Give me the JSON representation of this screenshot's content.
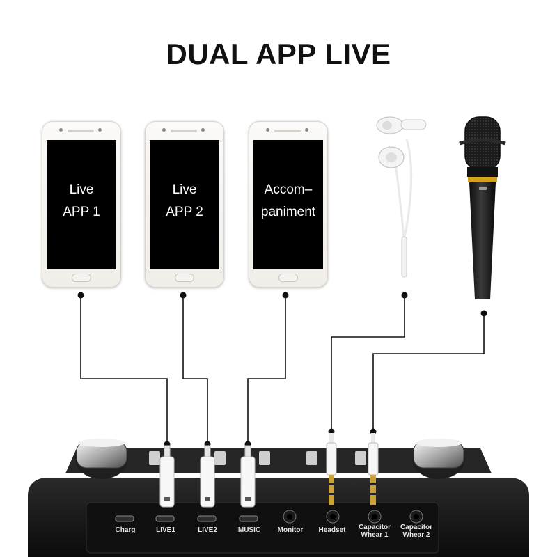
{
  "title": "DUAL APP LIVE",
  "phones": [
    {
      "line1": "Live",
      "line2": "APP 1"
    },
    {
      "line1": "Live",
      "line2": "APP 2"
    },
    {
      "line1": "Accom–",
      "line2": "paniment"
    }
  ],
  "ports": [
    "Charg",
    "LIVE1",
    "LIVE2",
    "MUSIC",
    "Monitor",
    "Headset"
  ],
  "capacitor_ports": [
    {
      "line1": "Capacitor",
      "line2": "Whear 1"
    },
    {
      "line1": "Capacitor",
      "line2": "Whear 2"
    }
  ],
  "colors": {
    "device_body": "#1a1a1a",
    "mic_ring": "#d4a21a",
    "connector_gold": "#c9a33a"
  },
  "icons": [
    "phone-icon",
    "earphones-icon",
    "microphone-icon",
    "usb-plug-icon",
    "audio-jack-icon",
    "knob-icon"
  ]
}
